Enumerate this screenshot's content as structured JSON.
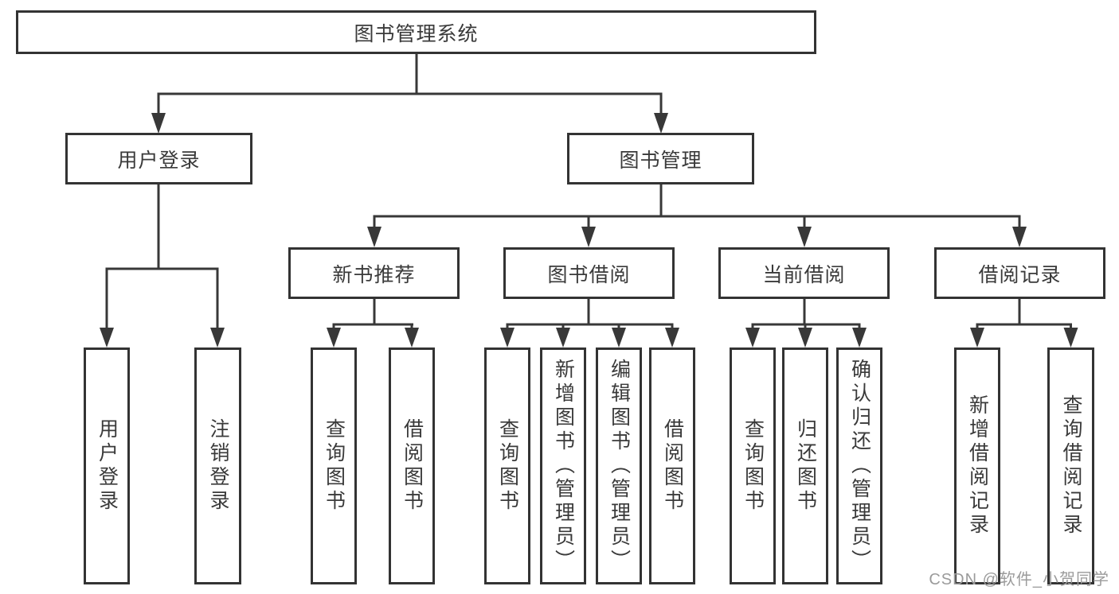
{
  "diagram": {
    "root": {
      "label": "图书管理系统"
    },
    "branches": {
      "user_login": {
        "label": "用户登录",
        "children": [
          {
            "label": "用户登录"
          },
          {
            "label": "注销登录"
          }
        ]
      },
      "book_management": {
        "label": "图书管理",
        "sections": [
          {
            "label": "新书推荐",
            "children": [
              {
                "label": "查询图书"
              },
              {
                "label": "借阅图书"
              }
            ]
          },
          {
            "label": "图书借阅",
            "children": [
              {
                "label": "查询图书"
              },
              {
                "label": "新增图书（管理员）"
              },
              {
                "label": "编辑图书（管理员）"
              },
              {
                "label": "借阅图书"
              }
            ]
          },
          {
            "label": "当前借阅",
            "children": [
              {
                "label": "查询图书"
              },
              {
                "label": "归还图书"
              },
              {
                "label": "确认归还（管理员）"
              }
            ]
          },
          {
            "label": "借阅记录",
            "children": [
              {
                "label": "新增借阅记录"
              },
              {
                "label": "查询借阅记录"
              }
            ]
          }
        ]
      }
    }
  },
  "watermark": {
    "text": "CSDN @软件_小贺同学"
  },
  "colors": {
    "line": "#383838",
    "border": "#333333",
    "text": "#3a3a3a",
    "watermark": "#9b9b9b",
    "background": "#ffffff"
  }
}
